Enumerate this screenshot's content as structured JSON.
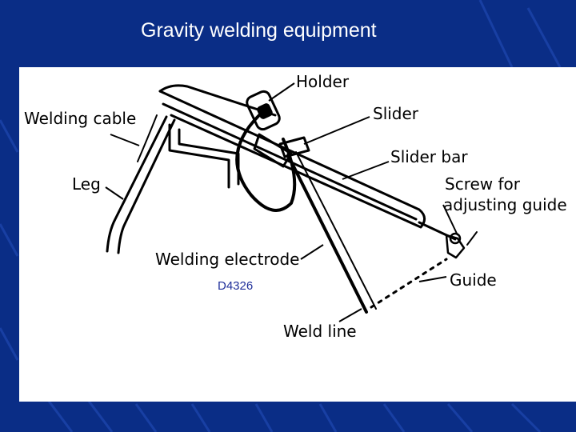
{
  "slide": {
    "title": "Gravity welding equipment",
    "background_color": "#0a2d86",
    "figure_background": "#ffffff"
  },
  "labels": {
    "holder": "Holder",
    "slider": "Slider",
    "welding_cable": "Welding cable",
    "slider_bar": "Slider bar",
    "leg": "Leg",
    "screw_line1": "Screw for",
    "screw_line2": "adjusting guide",
    "welding_electrode": "Welding electrode",
    "guide": "Guide",
    "weld_line": "Weld line"
  },
  "figure_code": "D4326"
}
